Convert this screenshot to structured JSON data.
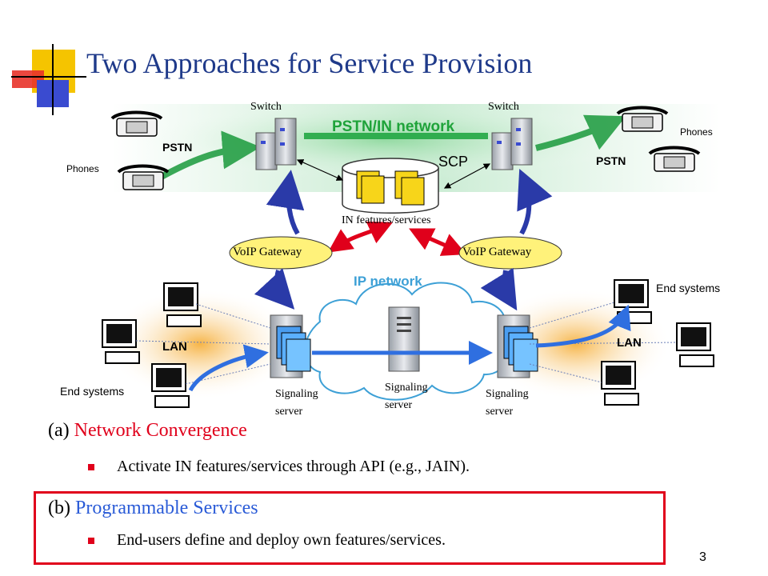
{
  "title": "Two Approaches for Service Provision",
  "labels": {
    "switch_left": "Switch",
    "switch_right": "Switch",
    "pstn_in_network": "PSTN/IN network",
    "phones_left": "Phones",
    "phones_right": "Phones",
    "pstn_left": "PSTN",
    "pstn_right": "PSTN",
    "scp": "SCP",
    "in_features": "IN features/services",
    "voip_gateway_left": "VoIP Gateway",
    "voip_gateway_right": "VoIP Gateway",
    "ip_network": "IP network",
    "end_systems_left": "End systems",
    "end_systems_right": "End systems",
    "lan_left": "LAN",
    "lan_right": "LAN",
    "signaling_left_1": "Signaling",
    "signaling_left_2": "server",
    "signaling_mid_1": "Signaling",
    "signaling_mid_2": "server",
    "signaling_right_1": "Signaling",
    "signaling_right_2": "server"
  },
  "section_a": {
    "prefix": "(a) ",
    "heading": "Network Convergence",
    "bullet": "Activate IN features/services through API (e.g., JAIN)."
  },
  "section_b": {
    "prefix": "(b) ",
    "heading": "Programmable Services",
    "bullet": "End-users define and deploy own features/services."
  },
  "page_number": "3",
  "colors": {
    "title": "#1f3a8a",
    "accent_red": "#e0001b",
    "accent_blue": "#2a5bd7",
    "pstn_green": "#1fa33a",
    "gateway_fill": "#fff27a"
  }
}
